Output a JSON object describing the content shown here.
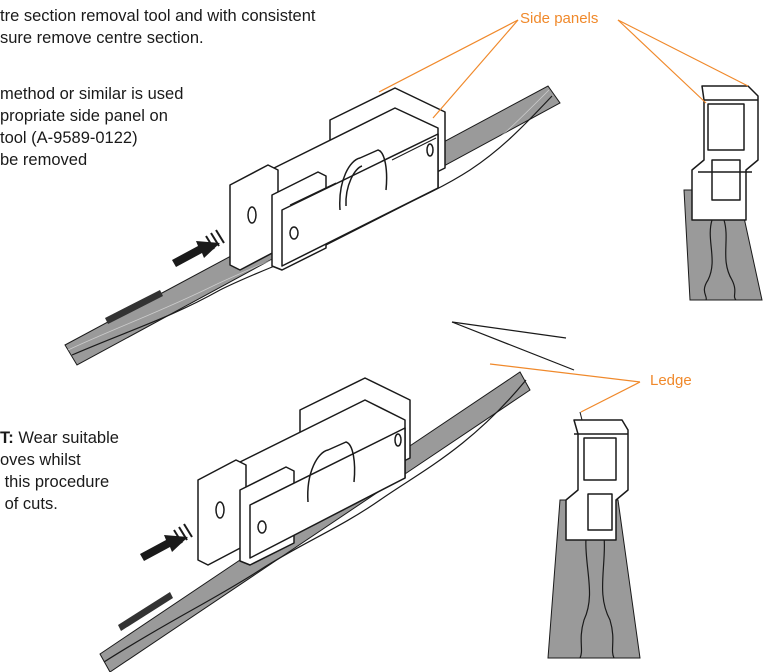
{
  "intro_lines": [
    "tre section removal tool and with consistent",
    "sure remove centre section."
  ],
  "method_lines": [
    "method or similar is used",
    "propriate side panel on",
    "tool (A-9589-0122)",
    "be removed"
  ],
  "warning": {
    "prefix": "T:",
    "lines_rest": [
      " Wear suitable",
      "oves whilst",
      " this procedure",
      " of cuts."
    ]
  },
  "callouts": {
    "side_panels": "Side panels",
    "ledge": "Ledge"
  },
  "colors": {
    "callout": "#f0892b",
    "strip": "#9a9a9a",
    "ink": "#1a1a1a"
  }
}
